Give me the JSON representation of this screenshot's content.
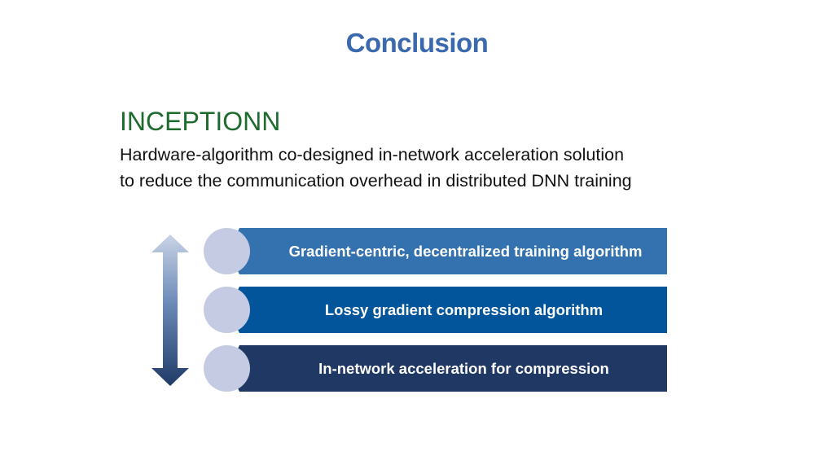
{
  "slide": {
    "title": "Conclusion",
    "heading": "INCEPTIONN",
    "description_lines": [
      "Hardware-algorithm co-designed in-network acceleration solution",
      "to reduce the communication overhead in distributed DNN training"
    ]
  },
  "diagram": {
    "arrow_icon": "double-vertical-arrow-icon",
    "items": [
      {
        "label": "Gradient-centric, decentralized training algorithm",
        "color": "#3372ae"
      },
      {
        "label": "Lossy gradient compression algorithm",
        "color": "#03559b"
      },
      {
        "label": "In-network acceleration for compression",
        "color": "#203864"
      }
    ],
    "circle_color": "#c4cbe3"
  },
  "colors": {
    "title": "#3a6aad",
    "heading": "#1e6b2e",
    "text": "#111111"
  }
}
